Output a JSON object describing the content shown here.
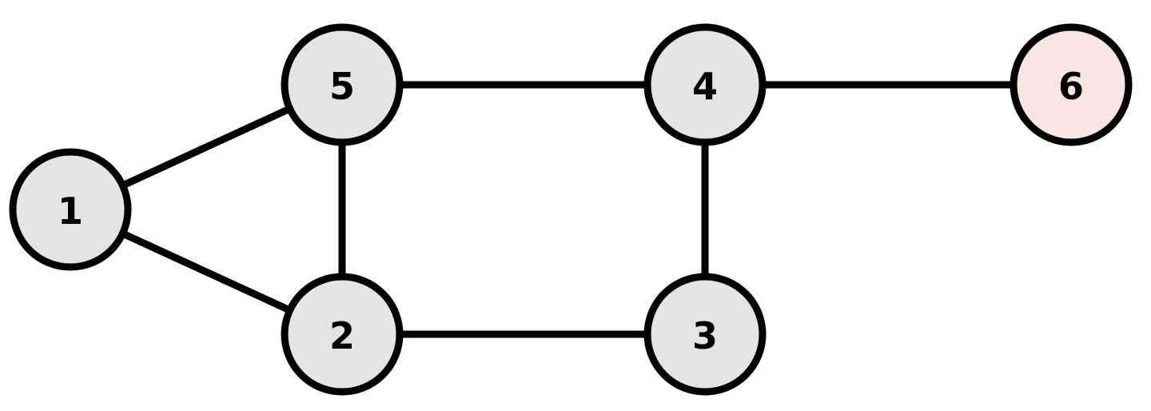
{
  "graph": {
    "nodes": [
      {
        "id": "1",
        "label": "1",
        "fill": "#e4e4e4"
      },
      {
        "id": "5",
        "label": "5",
        "fill": "#e4e4e4"
      },
      {
        "id": "4",
        "label": "4",
        "fill": "#e4e4e4"
      },
      {
        "id": "6",
        "label": "6",
        "fill": "#fae4e4"
      },
      {
        "id": "2",
        "label": "2",
        "fill": "#e4e4e4"
      },
      {
        "id": "3",
        "label": "3",
        "fill": "#e4e4e4"
      }
    ],
    "edges": [
      {
        "from": "1",
        "to": "5"
      },
      {
        "from": "1",
        "to": "2"
      },
      {
        "from": "5",
        "to": "4"
      },
      {
        "from": "5",
        "to": "2"
      },
      {
        "from": "4",
        "to": "6"
      },
      {
        "from": "4",
        "to": "3"
      },
      {
        "from": "2",
        "to": "3"
      }
    ],
    "stroke_color": "#000000"
  }
}
